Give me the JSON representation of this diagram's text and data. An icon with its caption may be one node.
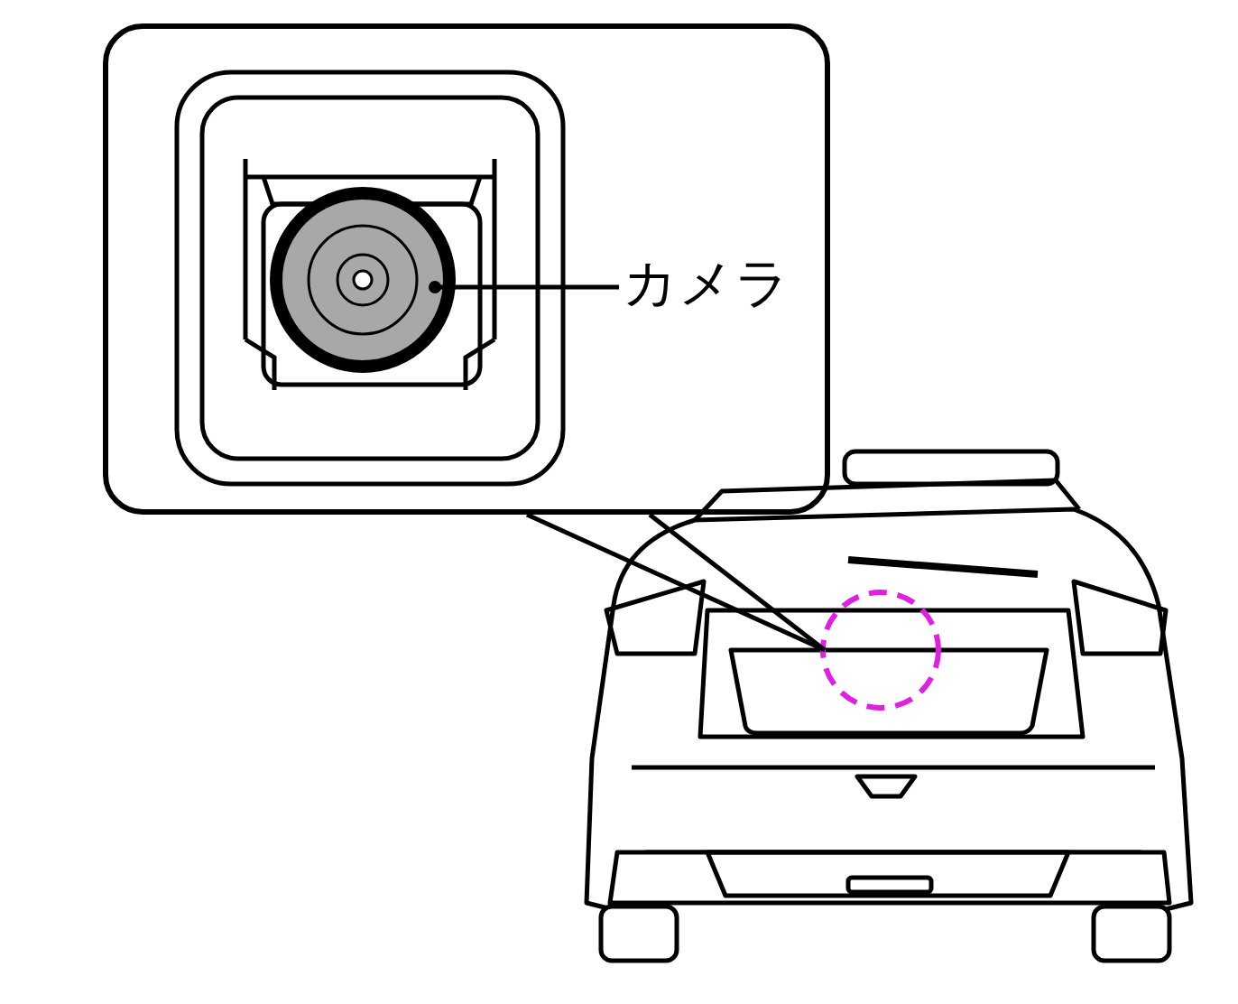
{
  "diagram": {
    "nodes": [
      {
        "text": [],
        "shape": "box"
      },
      {
        "text": [],
        "shape": "circle",
        "in": 0
      },
      {
        "text": [
          "カメラ"
        ],
        "in": 0
      },
      {
        "text": [],
        "shape": "picture"
      },
      {
        "text": [],
        "shape": "circle",
        "in": 3
      }
    ],
    "edges": [
      {
        "from": 2,
        "to": 1,
        "arrow": "other"
      },
      {
        "from": 0,
        "to": 4,
        "arrow": "none"
      }
    ]
  }
}
